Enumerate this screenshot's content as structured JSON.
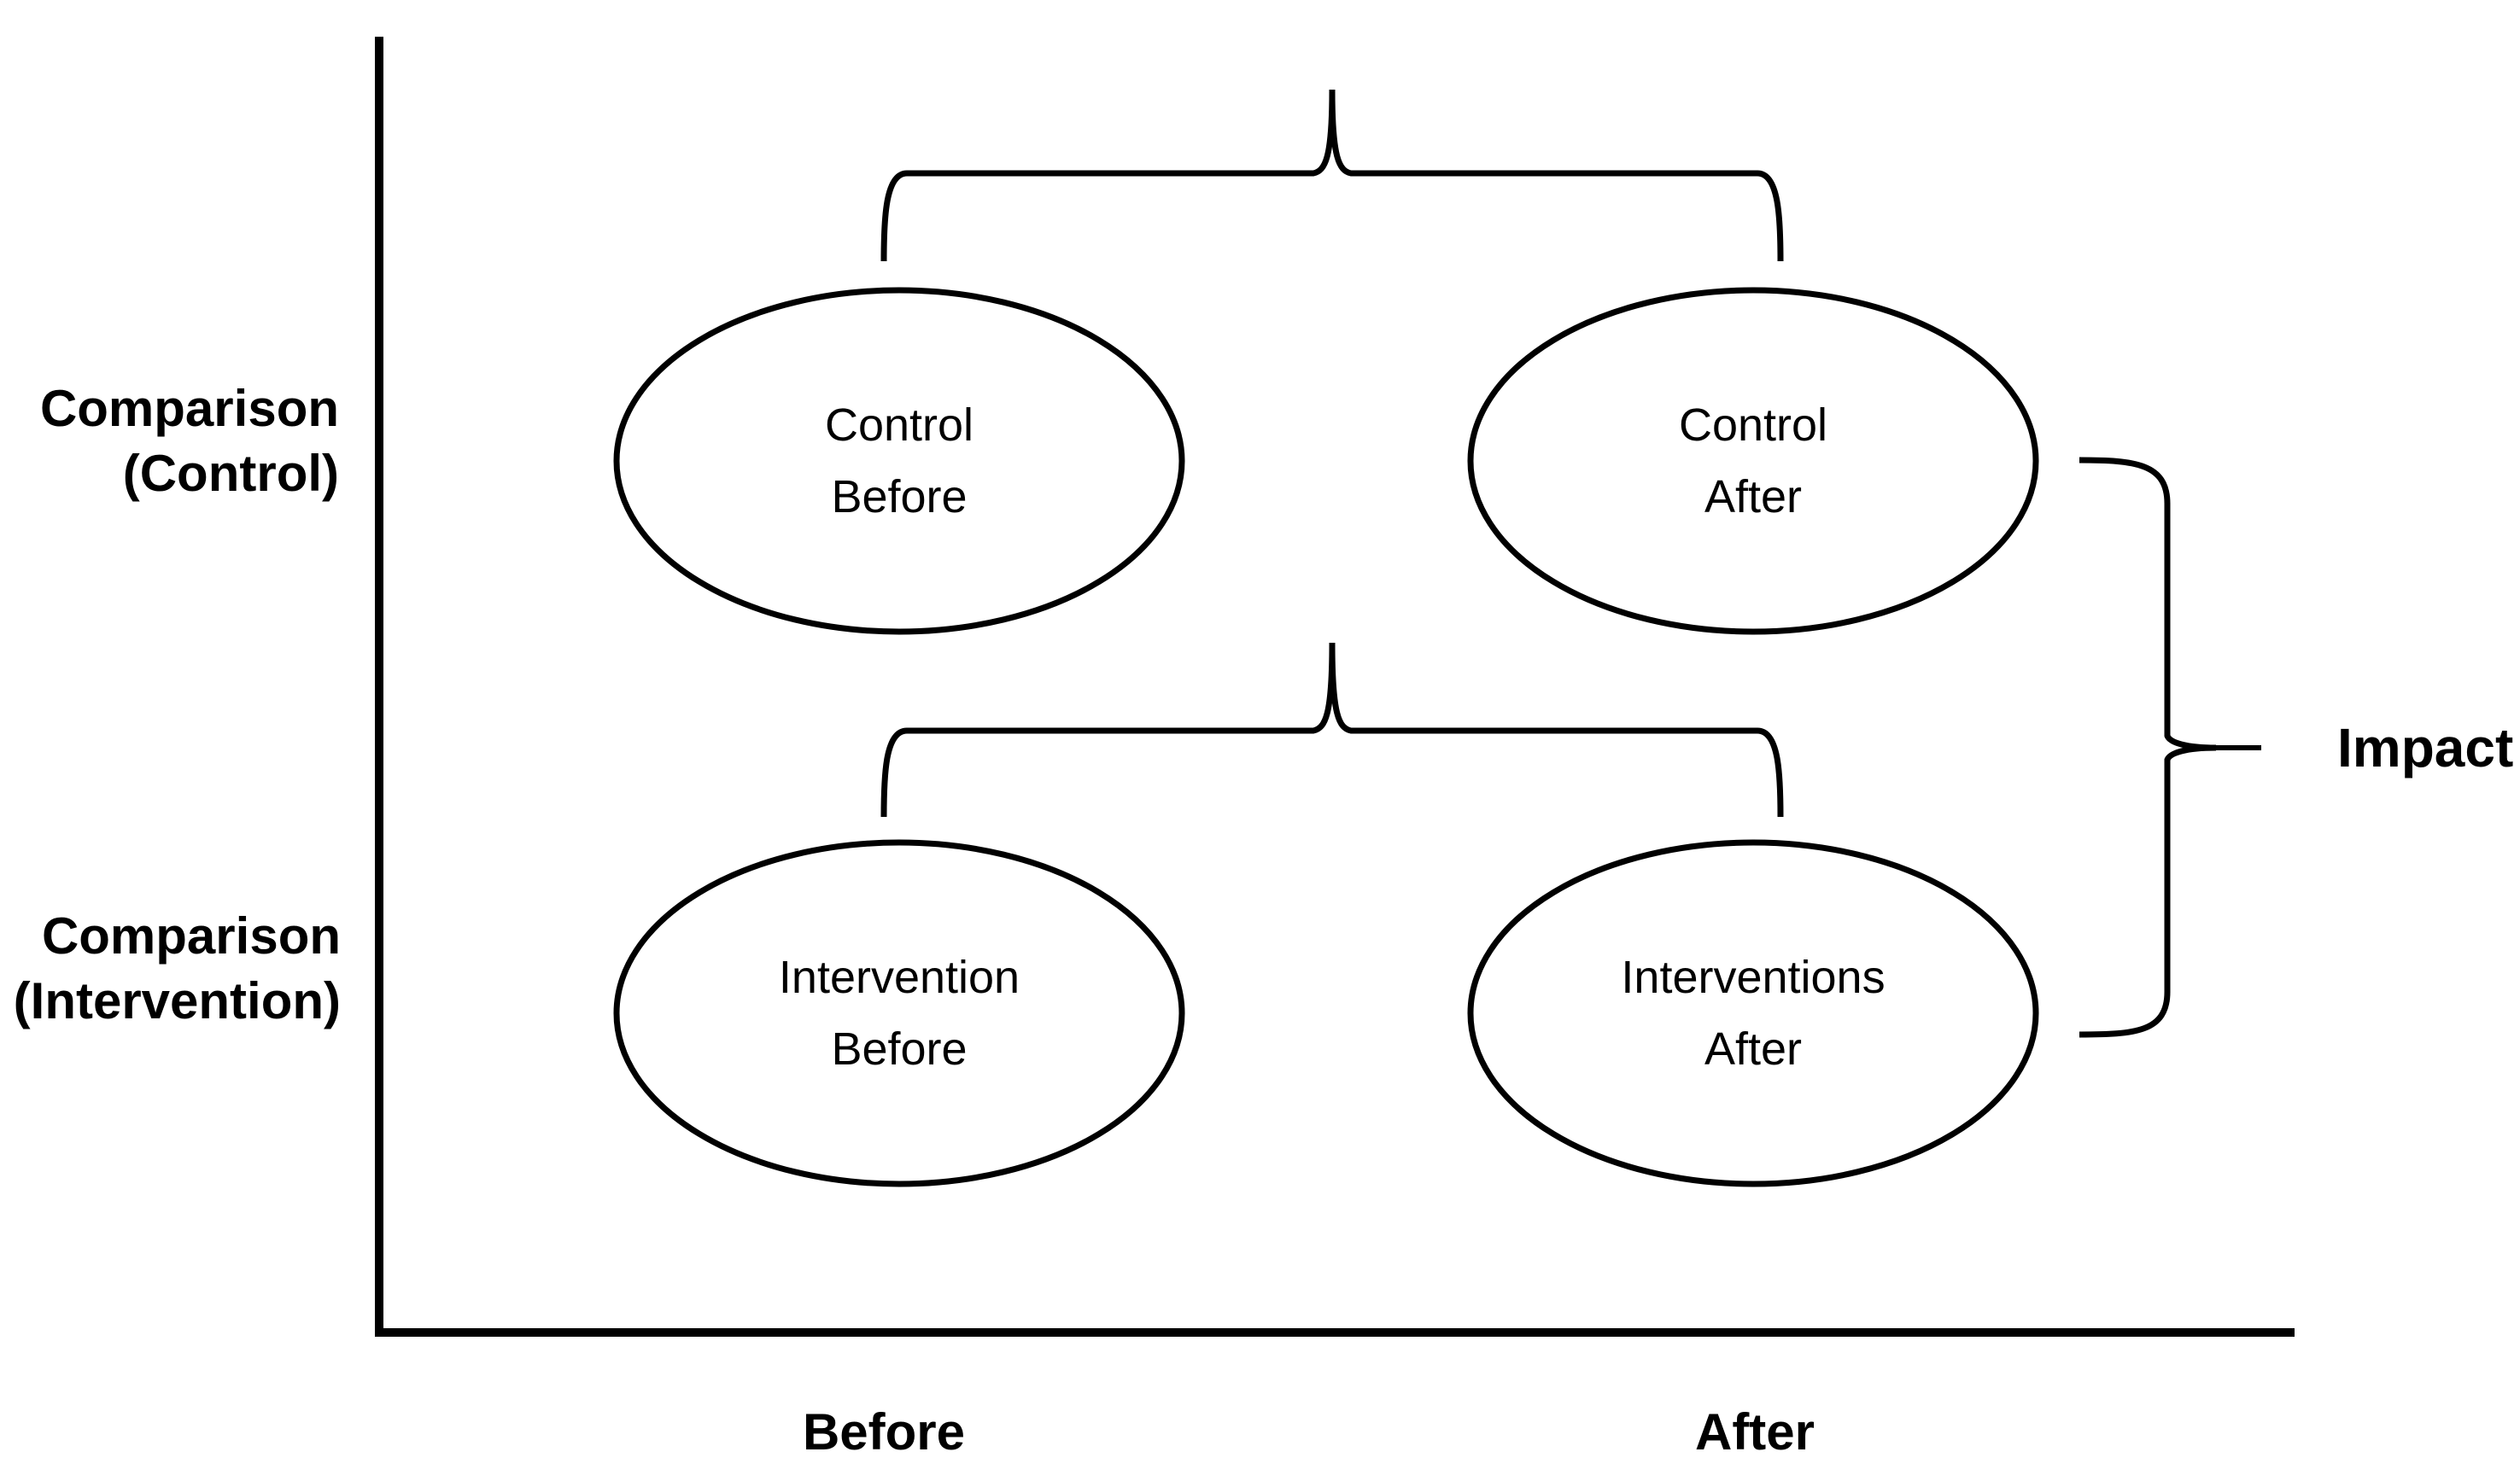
{
  "colors": {
    "background": "#ffffff",
    "line": "#000000",
    "text": "#000000"
  },
  "row_labels": [
    {
      "line1": "Comparison",
      "line2": "(Control)"
    },
    {
      "line1": "Comparison",
      "line2": "(Intervention)"
    }
  ],
  "nodes": [
    {
      "line1": "Control",
      "line2": "Before"
    },
    {
      "line1": "Control",
      "line2": "After"
    },
    {
      "line1": "Intervention",
      "line2": "Before"
    },
    {
      "line1": "Interventions",
      "line2": "After"
    }
  ],
  "axis_labels": {
    "before": "Before",
    "after": "After"
  },
  "impact_label": "Impact"
}
